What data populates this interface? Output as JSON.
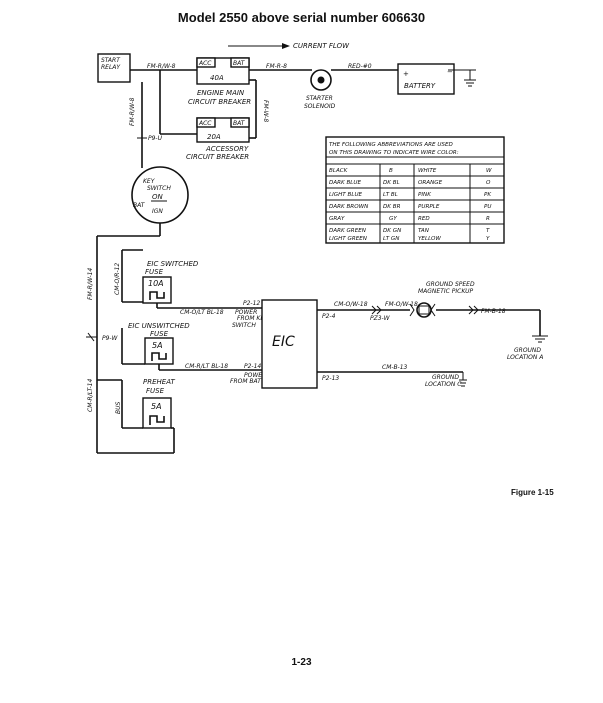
{
  "page": {
    "title": "Model 2550 above serial number 606630",
    "figure_label": "Figure 1-15",
    "page_number": "1-23"
  },
  "flow": {
    "label": "CURRENT FLOW"
  },
  "components": {
    "start_relay": [
      "START",
      "RELAY"
    ],
    "engine_main_breaker": {
      "rating": "40A",
      "acc": "ACC",
      "bat": "BAT",
      "label_line1": "ENGINE MAIN",
      "label_line2": "CIRCUIT BREAKER"
    },
    "accessory_breaker": {
      "rating": "20A",
      "acc": "ACC",
      "bat": "BAT",
      "label_line1": "ACCESSORY",
      "label_line2": "CIRCUIT BREAKER"
    },
    "starter_solenoid": [
      "STARTER",
      "SOLENOID"
    ],
    "battery": {
      "label": "BATTERY",
      "plus": "+",
      "minus": "−"
    },
    "key_switch": {
      "line1": "KEY",
      "line2": "SWITCH",
      "on": "ON",
      "bat": "BAT",
      "ign": "IGN"
    },
    "eic_switched_fuse": {
      "label_line1": "EIC SWITCHED",
      "label_line2": "FUSE",
      "rating": "10A"
    },
    "eic_unswitched_fuse": {
      "label_line1": "EIC UNSWITCHED",
      "label_line2": "FUSE",
      "rating": "5A"
    },
    "preheat_fuse": {
      "label_line1": "PREHEAT",
      "label_line2": "FUSE",
      "rating": "5A"
    },
    "eic": {
      "label": "EIC"
    },
    "ground_speed_pickup": [
      "GROUND SPEED",
      "MAGNETIC PICKUP"
    ],
    "ground_location_a": [
      "GROUND",
      "LOCATION A"
    ],
    "ground_location_c": [
      "GROUND",
      "LOCATION C"
    ]
  },
  "wires": {
    "fm_r_w_8": "FM-R/W-8",
    "fm_r_8": "FM-R-8",
    "red_0": "RED-#0",
    "fm_w_8": "FM-W-8",
    "fm_r_w_8_vert": "FM-R/W-8",
    "p9_u": "P9-U",
    "fm_r_w_14": "FM-R/W-14",
    "cm_o_r_12": "CM-O/R-12",
    "cm_o_lt_bl_18": "CM-O/LT BL-18",
    "p2_12": "P2-12",
    "power_from_key": [
      "POWER",
      "FROM KEY",
      "SWITCH"
    ],
    "p9_w": "P9-W",
    "cm_r_lt_bl_18": "CM-R/LT BL-18",
    "p2_14": "P2-14",
    "power_from_battery": [
      "POWER",
      "FROM BATTERY"
    ],
    "cm_r_lt_14": "CM-R/LT-14",
    "bus": "BUS",
    "p2_4": "P2-4",
    "cm_o_w_18": "CM-O/W-18",
    "fm_o_w_18": "FM-O/W-18",
    "pz3_w": "PZ3-W",
    "fm_b_18": "FM-B-18",
    "p2_13": "P2-13",
    "cm_b_13": "CM-B-13"
  },
  "abbreviations": {
    "heading_line1": "THE FOLLOWING ABBREVIATIONS ARE USED",
    "heading_line2": "ON THIS DRAWING TO INDICATE WIRE COLOR:",
    "rows": [
      [
        "BLACK",
        "B",
        "WHITE",
        "W"
      ],
      [
        "DARK BLUE",
        "DK BL",
        "ORANGE",
        "O"
      ],
      [
        "LIGHT BLUE",
        "LT BL",
        "PINK",
        "PK"
      ],
      [
        "DARK BROWN",
        "DK BR",
        "PURPLE",
        "PU"
      ],
      [
        "GRAY",
        "GY",
        "RED",
        "R"
      ],
      [
        "DARK GREEN",
        "DK GN",
        "TAN",
        "T"
      ],
      [
        "LIGHT GREEN",
        "LT GN",
        "YELLOW",
        "Y"
      ]
    ]
  }
}
